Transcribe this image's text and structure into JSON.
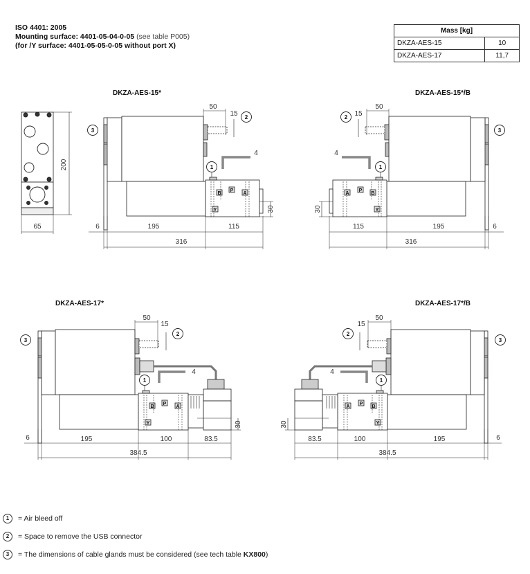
{
  "header": {
    "standard": "ISO 4401: 2005",
    "mounting_label": "Mounting surface: 4401-05-04-0-05",
    "mounting_note": "(see table P005)",
    "y_surface": "(for /Y surface: 4401-05-05-0-05 without port X)"
  },
  "mass_table": {
    "header": "Mass [kg]",
    "rows": [
      {
        "model": "DKZA-AES-15",
        "mass": "10"
      },
      {
        "model": "DKZA-AES-17",
        "mass": "11,7"
      }
    ]
  },
  "side_view": {
    "height": "200",
    "width": "65"
  },
  "ports": {
    "b": "B",
    "p": "P",
    "a": "A",
    "y": "Y"
  },
  "callouts": {
    "c1": "1",
    "c2": "2",
    "c3": "3",
    "c4": "4"
  },
  "drawings": [
    {
      "title": "DKZA-AES-15*",
      "mirrored": false,
      "dims": {
        "plate": "6",
        "body": "195",
        "block": "115",
        "total": "316",
        "usb": "50",
        "usb_space": "15",
        "port_height": "30"
      }
    },
    {
      "title": "DKZA-AES-15*/B",
      "mirrored": true,
      "dims": {
        "plate": "6",
        "body": "195",
        "block": "115",
        "total": "316",
        "usb": "50",
        "usb_space": "15",
        "port_height": "30"
      }
    },
    {
      "title": "DKZA-AES-17*",
      "mirrored": false,
      "dims": {
        "plate": "6",
        "body": "195",
        "block": "100",
        "amp": "83.5",
        "total": "384.5",
        "usb": "50",
        "usb_space": "15",
        "port_height": "30"
      }
    },
    {
      "title": "DKZA-AES-17*/B",
      "mirrored": true,
      "dims": {
        "plate": "6",
        "body": "195",
        "block": "100",
        "amp": "83.5",
        "total": "384.5",
        "usb": "50",
        "usb_space": "15",
        "port_height": "30"
      }
    }
  ],
  "legend": [
    {
      "num": "1",
      "text": "= Air bleed off"
    },
    {
      "num": "2",
      "text": "= Space to remove the USB connector"
    },
    {
      "num": "3",
      "text": "= The dimensions of cable glands must be considered (see tech table ",
      "bold": "KX800",
      "suffix": ")"
    }
  ]
}
